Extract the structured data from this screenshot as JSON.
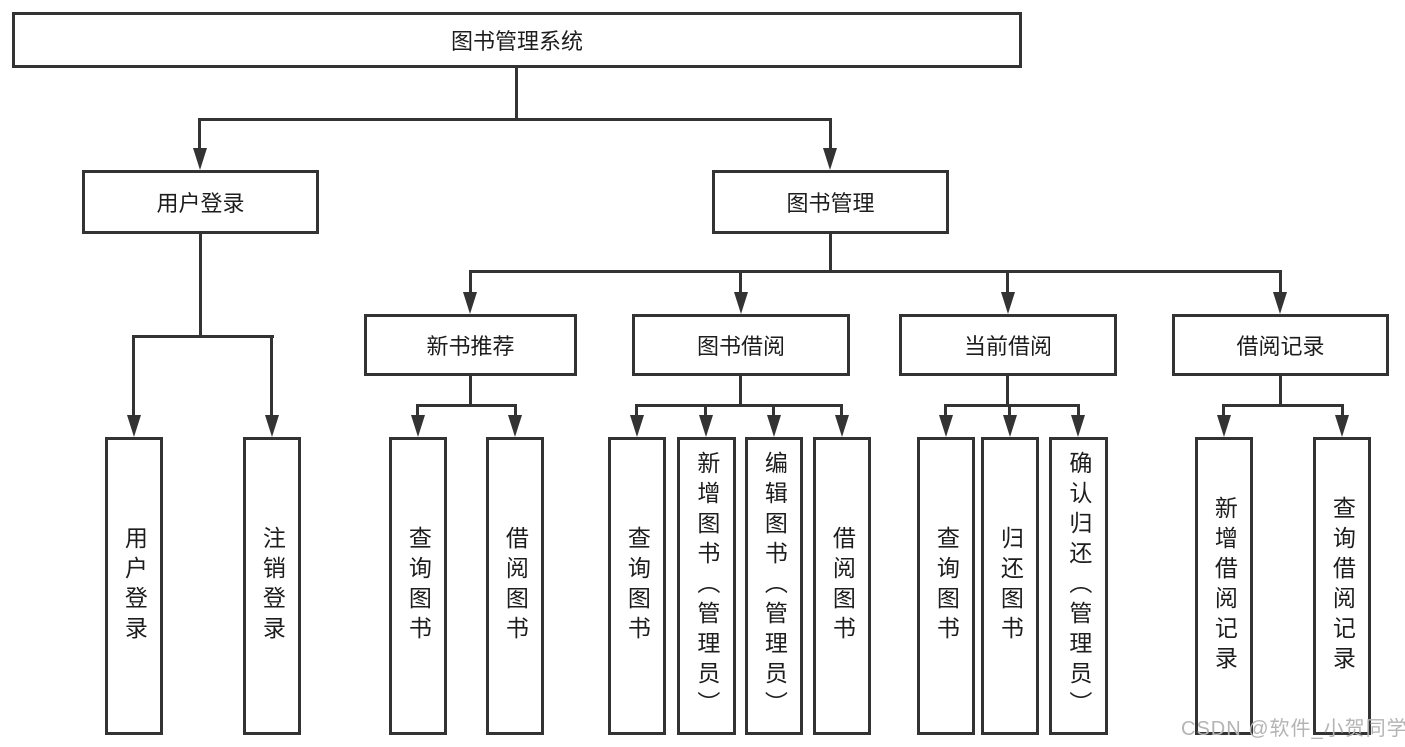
{
  "diagram_title": "图书管理系统",
  "colors": {
    "line": "#333333",
    "node_border": "#333333",
    "node_text": "#1d1d1d",
    "background": "#ffffff",
    "watermark": "#b4b4b4"
  },
  "root": {
    "label": "图书管理系统"
  },
  "level2": {
    "user_login": "用户登录",
    "book_management": "图书管理"
  },
  "level3": {
    "new_book_recommend": "新书推荐",
    "book_borrowing": "图书借阅",
    "current_borrowing": "当前借阅",
    "borrowing_records": "借阅记录"
  },
  "leaves": {
    "user_login": [
      "用户登录",
      "注销登录"
    ],
    "new_book_recommend": [
      "查询图书",
      "借阅图书"
    ],
    "book_borrowing": [
      "查询图书",
      "新增图书（管理员）",
      "编辑图书（管理员）",
      "借阅图书"
    ],
    "current_borrowing": [
      "查询图书",
      "归还图书",
      "确认归还（管理员）"
    ],
    "borrowing_records": [
      "新增借阅记录",
      "查询借阅记录"
    ]
  },
  "watermark": "CSDN @软件_小贺同学"
}
